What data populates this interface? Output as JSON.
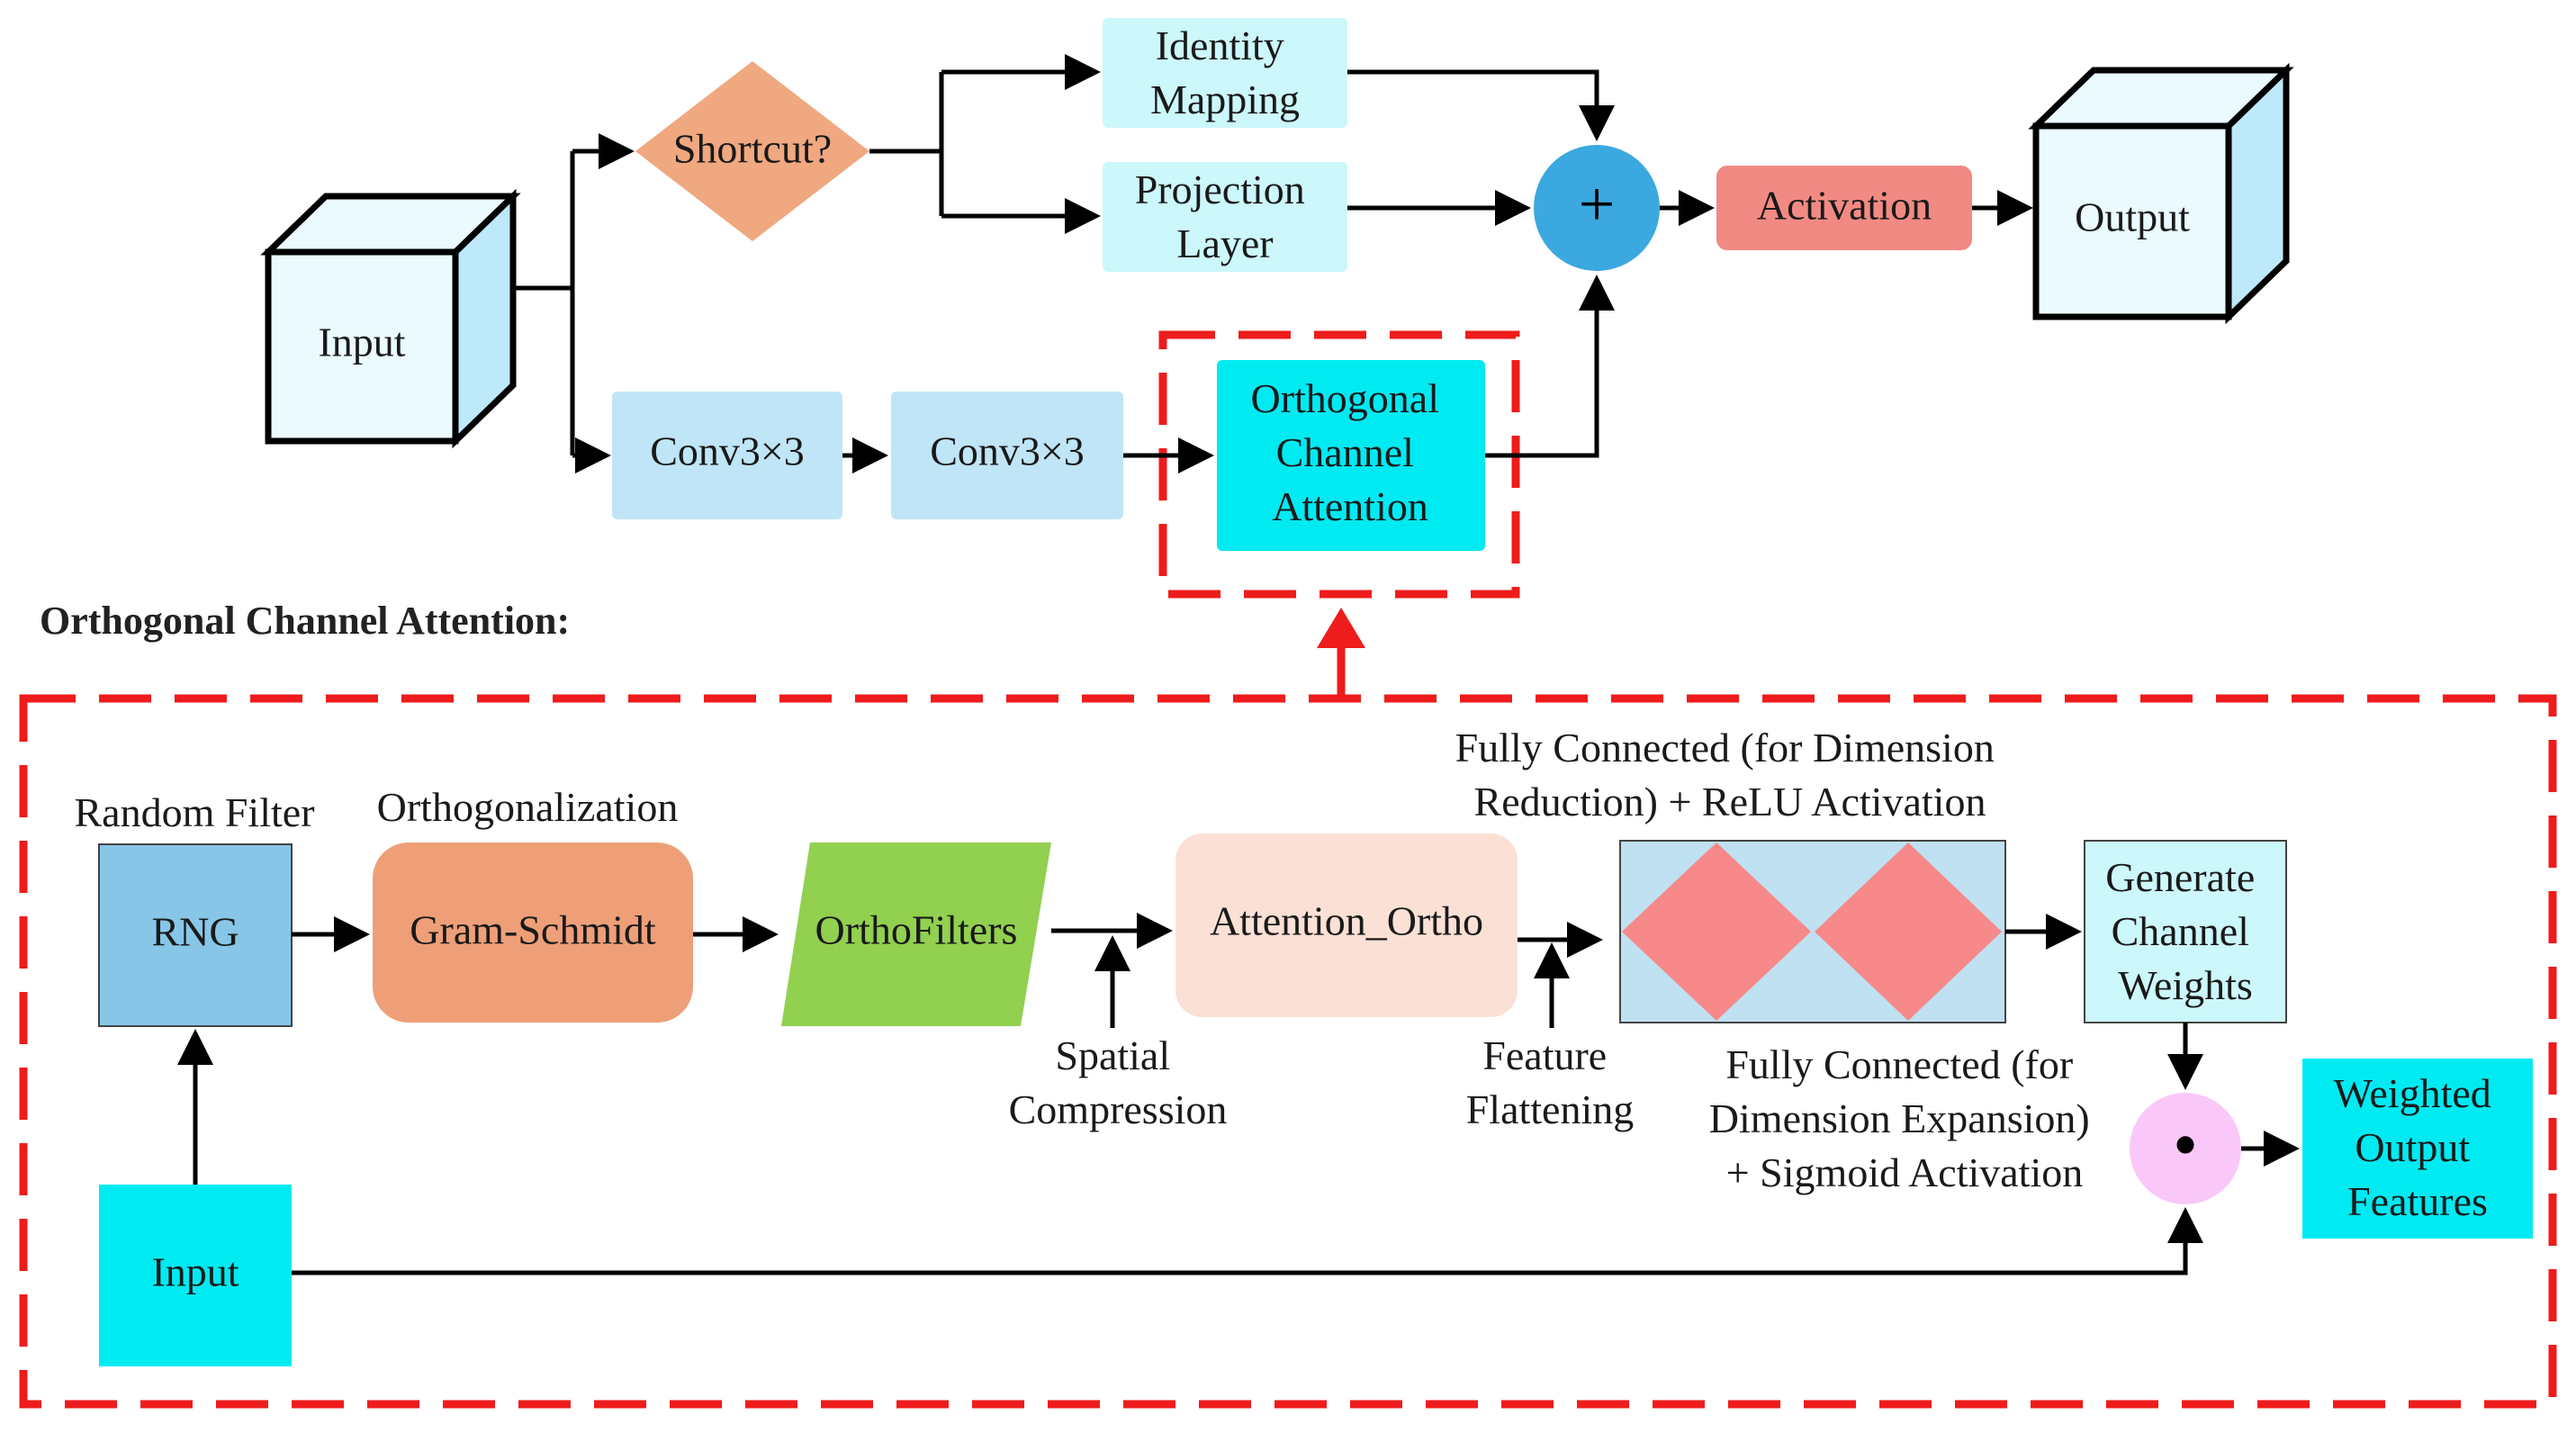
{
  "top": {
    "input_cube": "Input",
    "shortcut": "Shortcut?",
    "identity": [
      "Identity",
      "Mapping"
    ],
    "projection": [
      "Projection",
      "Layer"
    ],
    "add_symbol": "+",
    "activation": "Activation",
    "output_cube": "Output",
    "conv1": "Conv3×3",
    "conv2": "Conv3×3",
    "oca": [
      "Orthogonal",
      "Channel",
      "Attention"
    ]
  },
  "bottom": {
    "heading": "Orthogonal Channel Attention:",
    "random_filter": "Random Filter",
    "orthogonalization": "Orthogonalization",
    "rng": "RNG",
    "gram_schmidt": "Gram-Schmidt",
    "ortho_filters": "OrthoFilters",
    "attention_ortho": "Attention_Ortho",
    "fc_reduction": [
      "Fully Connected (for Dimension",
      "Reduction) + ReLU Activation"
    ],
    "generate_weights": [
      "Generate",
      "Channel",
      "Weights"
    ],
    "spatial_compression": [
      "Spatial",
      "Compression"
    ],
    "feature_flattening": [
      "Feature",
      "Flattening"
    ],
    "fc_expansion": [
      "Fully Connected (for",
      "Dimension Expansion)",
      "+ Sigmoid Activation"
    ],
    "multiply_symbol": "•",
    "weighted_output": [
      "Weighted",
      "Output",
      "Features"
    ],
    "input_box": "Input"
  },
  "colors": {
    "cube_face": "#eafafe",
    "cube_side": "#bde9fb",
    "shortcut_diamond": "#f0a880",
    "identity_box": "#ccf7fb",
    "add_circle": "#3ba8e0",
    "activation_box": "#f28a84",
    "conv_box": "#bfe5f6",
    "cyan_box": "#00eaf2",
    "rng_box": "#88c6e8",
    "gram_box": "#ee9f78",
    "ortho_filters": "#92d050",
    "attention_box": "#fbe0d5",
    "fc_bg": "#bfe1f2",
    "fc_diamond": "#f7898a",
    "generate_box": "#ccf7fb",
    "multiply_circle": "#f9c8f9",
    "red_dash": "#ee1c1c"
  }
}
